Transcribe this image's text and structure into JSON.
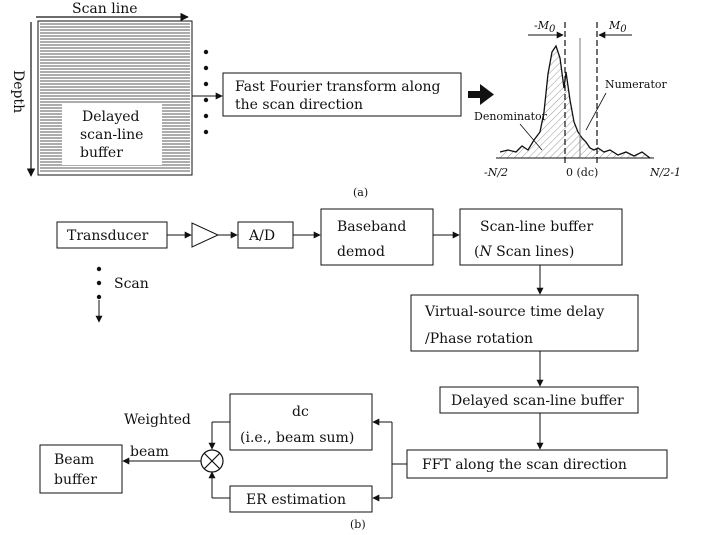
{
  "panel_a": {
    "scan_line_label": "Scan line",
    "depth_label": "Depth",
    "buffer_label_1": "Delayed",
    "buffer_label_2": "scan-line",
    "buffer_label_3": "buffer",
    "fft_label_1": "Fast Fourier transform along",
    "fft_label_2": "the scan direction",
    "minus_m0": "-M",
    "minus_m0_sub": "0",
    "m0": "M",
    "m0_sub": "0",
    "numerator": "Numerator",
    "denominator": "Denominator",
    "axis_left": "-N/2",
    "axis_center": "0 (dc)",
    "axis_right": "N/2-1",
    "caption": "(a)"
  },
  "panel_b": {
    "transducer": "Transducer",
    "ad": "A/D",
    "baseband_1": "Baseband",
    "baseband_2": "demod",
    "scanline_buffer_1": "Scan-line buffer",
    "scanline_buffer_2_n": "N",
    "scanline_buffer_2_rest": " Scan lines)",
    "scanline_buffer_2_open": "(",
    "scan": "Scan",
    "virtual_1": "Virtual-source time delay",
    "virtual_2": "/Phase rotation",
    "delayed_buffer": "Delayed scan-line buffer",
    "fft": "FFT along the scan direction",
    "dc_1": "dc",
    "dc_2": "(i.e., beam sum)",
    "er": "ER estimation",
    "weighted": "Weighted",
    "beam": "beam",
    "beam_buffer_1": "Beam",
    "beam_buffer_2": "buffer",
    "caption": "(b)"
  }
}
